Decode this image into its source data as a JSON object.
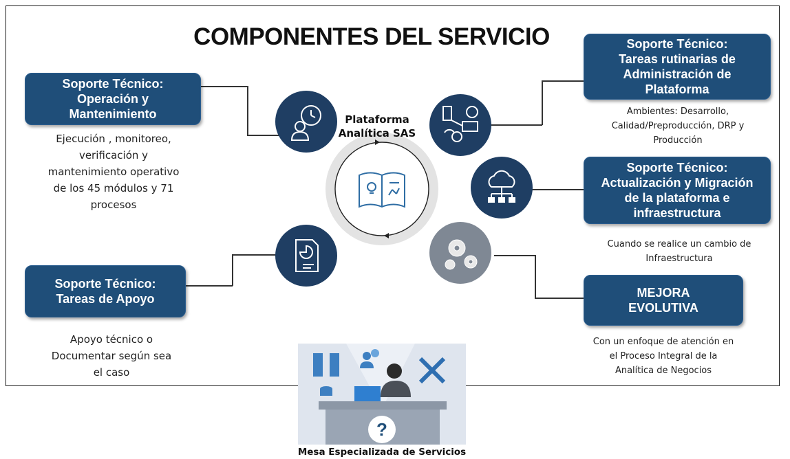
{
  "title": "COMPONENTES DEL SERVICIO",
  "center": {
    "line1": "Plataforma",
    "line2": "Analítica SAS"
  },
  "boxes": {
    "operacion": {
      "lines": [
        "Soporte Técnico:",
        "Operación y",
        "Mantenimiento"
      ]
    },
    "apoyo": {
      "lines": [
        "Soporte Técnico:",
        "Tareas de Apoyo"
      ]
    },
    "administracion": {
      "lines": [
        "Soporte Técnico:",
        "Tareas rutinarias de",
        "Administración de",
        "Plataforma"
      ]
    },
    "actualizacion": {
      "lines": [
        "Soporte Técnico:",
        "Actualización y Migración",
        "de la plataforma e",
        "infraestructura"
      ]
    },
    "mejora": {
      "lines": [
        "MEJORA",
        "EVOLUTIVA"
      ]
    }
  },
  "descriptions": {
    "operacion": [
      "Ejecución , monitoreo,",
      "verificación y",
      "mantenimiento operativo",
      "de los 45 módulos y 71",
      "procesos"
    ],
    "apoyo": [
      "Apoyo técnico o",
      "Documentar según sea",
      "el caso"
    ],
    "administracion": [
      "Ambientes: Desarrollo,",
      "Calidad/Preproducción, DRP y",
      "Producción"
    ],
    "actualizacion": [
      "Cuando se realice un cambio de",
      "Infraestructura"
    ],
    "mejora": [
      "Con un enfoque de atención en",
      "el Proceso Integral de la",
      "Analítica de Negocios"
    ]
  },
  "caption": "Mesa Especializada de Servicios",
  "colors": {
    "box": "#1f4e79",
    "icon_circle": "#1f3e63",
    "ring": "#e3e3e3"
  }
}
